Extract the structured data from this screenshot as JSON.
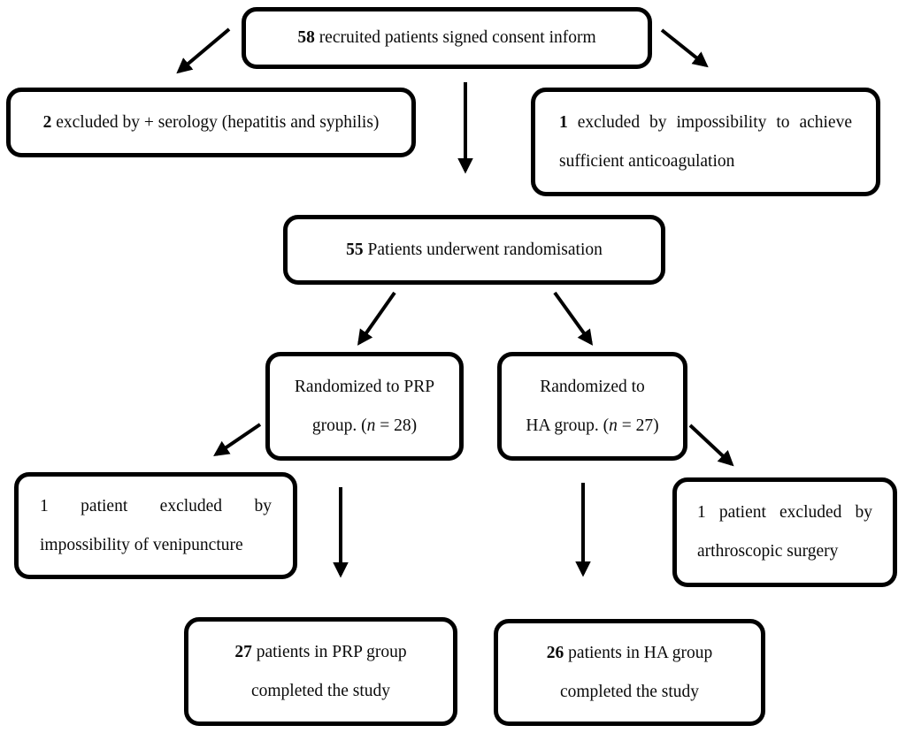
{
  "figure": {
    "type": "flowchart",
    "background": "#ffffff",
    "line_color": "#000000"
  },
  "boxes": {
    "recruited": {
      "num": "58",
      "text": " recruited patients signed consent inform"
    },
    "excluded_serology": {
      "num": "2",
      "text": " excluded by + serology (hepatitis and syphilis)"
    },
    "excluded_anticoagulation": {
      "num": "1",
      "line1": " excluded by impossibility to achieve",
      "line2": "sufficient anticoagulation"
    },
    "randomised": {
      "num": "55",
      "text": " Patients underwent randomisation"
    },
    "randomized_prp": {
      "line1": "Randomized to PRP",
      "line2_pre": "group. (",
      "n": "n",
      "line2_post": " = 28)"
    },
    "randomized_ha": {
      "line1": "Randomized to",
      "line2_pre": "HA group. (",
      "n": "n",
      "line2_post": " = 27)"
    },
    "excluded_venipuncture": {
      "line1": "1 patient excluded by",
      "line2": "impossibility of venipuncture"
    },
    "excluded_arthroscopy": {
      "line1": "1 patient excluded by",
      "line2": "arthroscopic surgery"
    },
    "completed_prp": {
      "num": "27",
      "text": " patients in PRP group",
      "line2": "completed the study"
    },
    "completed_ha": {
      "num": "26",
      "text": " patients in HA group",
      "line2": "completed the study"
    }
  }
}
